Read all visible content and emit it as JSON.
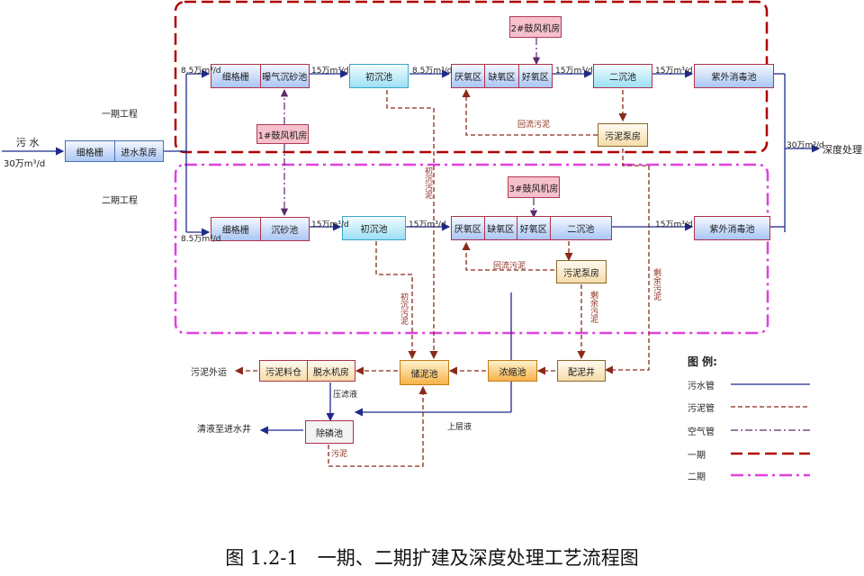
{
  "inputs": {
    "source": "污 水",
    "source_flow": "30万m³/d",
    "output": "深度处理",
    "output_flow": "30万m³/d"
  },
  "phase1": {
    "label": "一期工程",
    "screen_pump": [
      "细格栅",
      "进水泵房"
    ],
    "fine_grit": [
      "细格栅",
      "曝气沉砂池"
    ],
    "primary": "初沉池",
    "bio": [
      "厌氧区",
      "缺氧区",
      "好氧区"
    ],
    "secondary": "二沉池",
    "uv": "紫外消毒池",
    "blower1": "1#鼓风机房",
    "blower2": "2#鼓风机房",
    "sludge_pump": "污泥泵房",
    "return_sludge": "回流污泥",
    "flow_in": "8.5万m³/d",
    "flow_a": "15万m³/d",
    "flow_b": "8.5万m³/d",
    "flow_c": "15万m³/d",
    "flow_d": "15万m³/d",
    "primary_sludge": "初沉污泥"
  },
  "phase2": {
    "label": "二期工程",
    "fine_grit": [
      "细格栅",
      "沉砂池"
    ],
    "primary": "初沉池",
    "bio": [
      "厌氧区",
      "缺氧区",
      "好氧区",
      "二沉池"
    ],
    "uv": "紫外消毒池",
    "blower3": "3#鼓风机房",
    "sludge_pump": "污泥泵房",
    "return_sludge": "回流污泥",
    "flow_in": "8.5万m³/d",
    "flow_a": "15万m³/d",
    "flow_b": "15万m³/d",
    "flow_c": "15万m³/d",
    "primary_sludge": "初沉污泥",
    "excess_sludge": "剩余污泥"
  },
  "sludge": {
    "excess_sludge_phase1": "剩余污泥",
    "mix_well": "配泥井",
    "thickener": "浓缩池",
    "storage": "储泥池",
    "dewater": [
      "污泥料仓",
      "脱水机房"
    ],
    "out": "污泥外运",
    "filtrate": "压滤液",
    "supernatant": "上层液",
    "p_removal": "除磷池",
    "clear_out": "清液至进水井",
    "p_sludge": "污泥"
  },
  "legend": {
    "title": "图 例:",
    "items": [
      "污水管",
      "污泥管",
      "空气管",
      "一期",
      "二期"
    ],
    "colors": {
      "sewage": "#1f2a8a",
      "sludge": "#8a2a1a",
      "air": "#5a2a6a",
      "phase1": "#b00000",
      "phase2": "#e040e0"
    }
  },
  "caption": "图 1.2-1　一期、二期扩建及深度处理工艺流程图"
}
